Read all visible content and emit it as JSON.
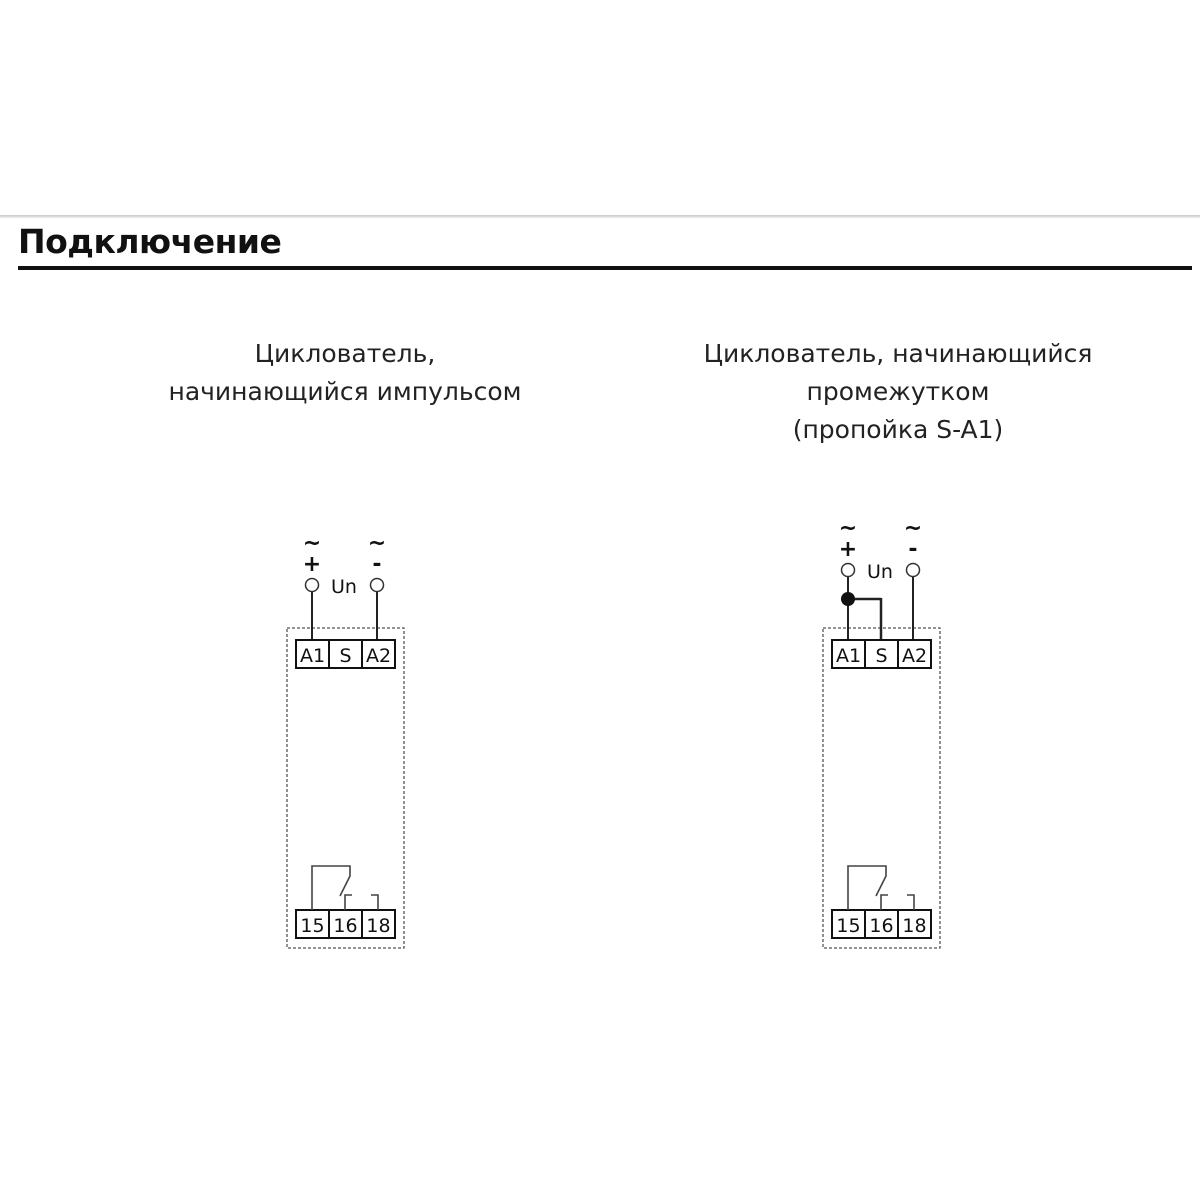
{
  "heading": "Подключение",
  "diagrams": [
    {
      "caption": [
        "Циклователь,",
        "начинающийся импульсом"
      ],
      "supply": {
        "plus": "+",
        "minus": "-",
        "tilde": "~",
        "label": "Un"
      },
      "top_terminals": [
        "A1",
        "S",
        "A2"
      ],
      "bottom_terminals": [
        "15",
        "16",
        "18"
      ],
      "jumper_s_a1": false
    },
    {
      "caption": [
        "Циклователь, начинающийся",
        "промежутком",
        "(пропойка S-A1)"
      ],
      "supply": {
        "plus": "+",
        "minus": "-",
        "tilde": "~",
        "label": "Un"
      },
      "top_terminals": [
        "A1",
        "S",
        "A2"
      ],
      "bottom_terminals": [
        "15",
        "16",
        "18"
      ],
      "jumper_s_a1": true
    }
  ]
}
